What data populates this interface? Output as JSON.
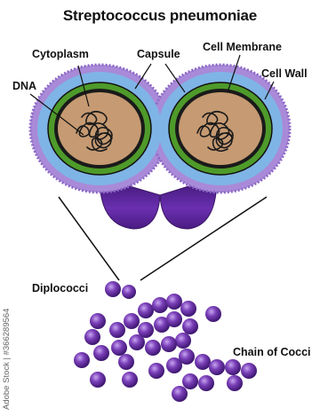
{
  "title": "Streptococcus pneumoniae",
  "labels": {
    "cytoplasm": "Cytoplasm",
    "capsule": "Capsule",
    "cell_membrane": "Cell Membrane",
    "cell_wall": "Cell Wall",
    "dna": "DNA",
    "diplococci": "Diplococci",
    "chain_of_cocci": "Chain of Cocci"
  },
  "stock_id": "Adobe Stock | #366289564",
  "colors": {
    "capsule_outer": "#a98ad8",
    "capsule_mid": "#7fb4e6",
    "cell_wall": "#4e9a2a",
    "membrane": "#1a1a1a",
    "cytoplasm": "#c69a72",
    "coccus": "#5b2590",
    "coccus_highlight": "#c7a5f0"
  }
}
